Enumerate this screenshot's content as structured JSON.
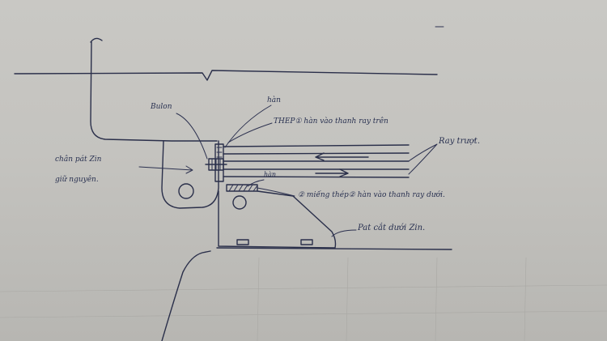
{
  "labels": {
    "bulon": "Bulon",
    "han_top": "hàn",
    "thep1": "THEP① hàn vào thanh ray trên",
    "raytruot": "Ray trượt.",
    "chan_pat_line1": "chân pát Zin",
    "chan_pat_line2": "giữ nguyên.",
    "han_bottom": "hàn",
    "mieng_thep2": "② miếng thép② hàn vào thanh ray dưới.",
    "pat_cat": "Pat cắt dưới Zin."
  },
  "colors": {
    "ink": "#2a2f4a",
    "paper": "#c6c5c1"
  }
}
